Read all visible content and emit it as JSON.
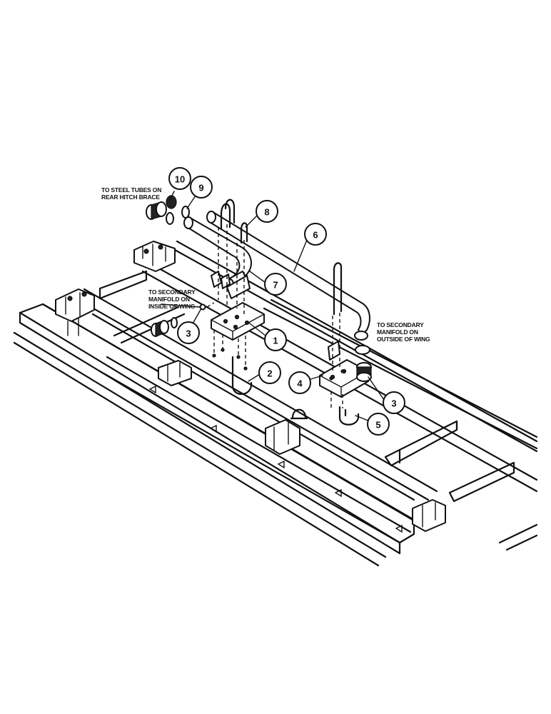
{
  "callouts": [
    {
      "id": "c10",
      "label": "10"
    },
    {
      "id": "c9",
      "label": "9"
    },
    {
      "id": "c8",
      "label": "8"
    },
    {
      "id": "c6",
      "label": "6"
    },
    {
      "id": "c7",
      "label": "7"
    },
    {
      "id": "c1",
      "label": "1"
    },
    {
      "id": "c3a",
      "label": "3"
    },
    {
      "id": "c2",
      "label": "2"
    },
    {
      "id": "c4",
      "label": "4"
    },
    {
      "id": "c3b",
      "label": "3"
    },
    {
      "id": "c5",
      "label": "5"
    }
  ],
  "notes": {
    "steel_tubes": [
      "TO STEEL TUBES ON",
      "REAR HITCH BRACE"
    ],
    "inside_wing": [
      "TO SECONDARY",
      "MANIFOLD ON",
      "INSIDE OF WING"
    ],
    "outside_wing": [
      "TO SECONDARY",
      "MANIFOLD ON",
      "OUTSIDE OF WING"
    ]
  }
}
